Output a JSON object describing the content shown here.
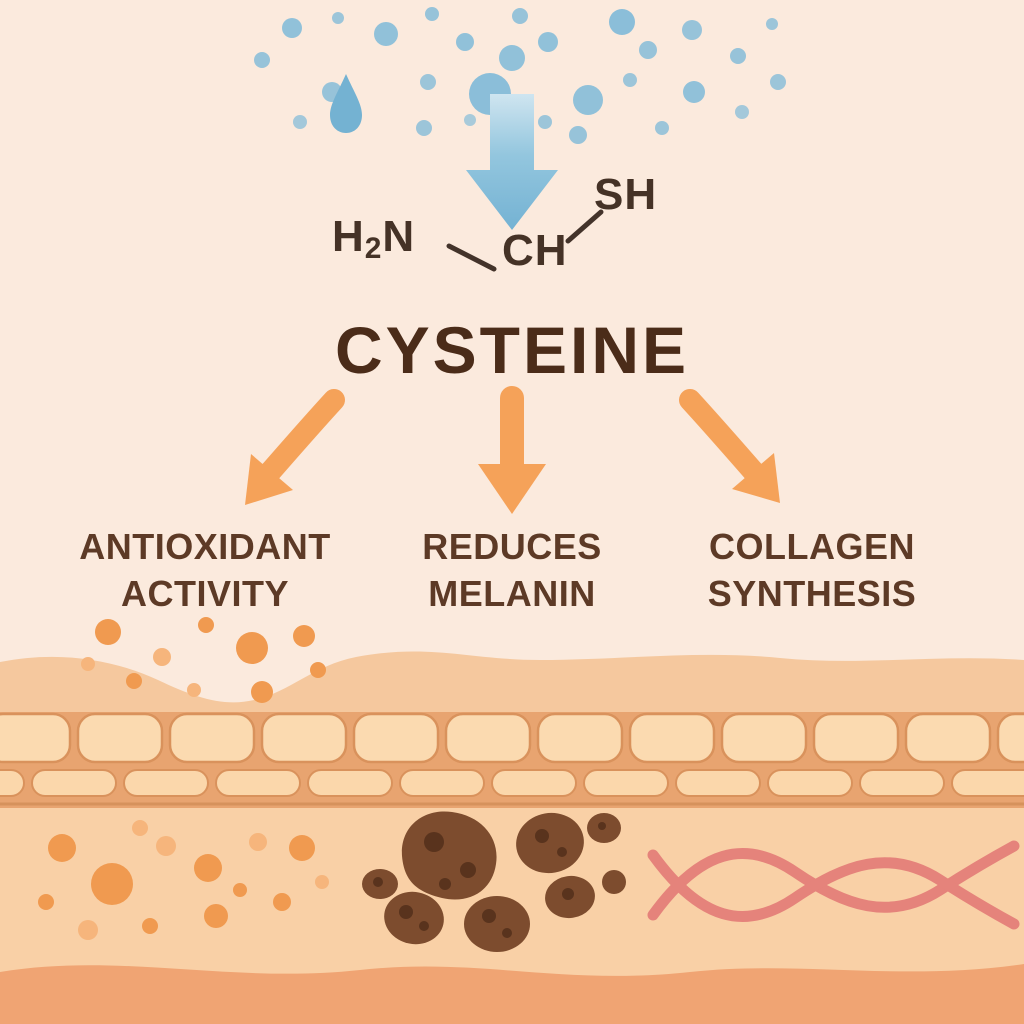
{
  "title": "CYSTEINE",
  "formula": {
    "h": "H",
    "sub": "2",
    "n": "N",
    "ch": "CH",
    "sh": "SH"
  },
  "benefits": [
    {
      "line1": "ANTIOXIDANT",
      "line2": "ACTIVITY"
    },
    {
      "line1": "REDUCES",
      "line2": "MELANIN"
    },
    {
      "line1": "COLLAGEN",
      "line2": "SYNTHESIS"
    }
  ],
  "colors": {
    "background": "#fbeadd",
    "droplet_blue": "#85bcd8",
    "arrow_blue": "#7ab5d5",
    "title_brown": "#4b2c19",
    "formula_brown": "#453226",
    "label_brown": "#5d3a26",
    "arrow_orange": "#f5a259",
    "dot_orange": "#f09a50",
    "skin_surface": "#f5c89e",
    "cell_fill": "#fbdab0",
    "cell_gap": "#e8a470",
    "dermis": "#f9d0a6",
    "melanin_brown": "#7d4c2e",
    "melanin_spot": "#59331d",
    "collagen_pink": "#e5837b",
    "deep_layer": "#f0a473"
  }
}
